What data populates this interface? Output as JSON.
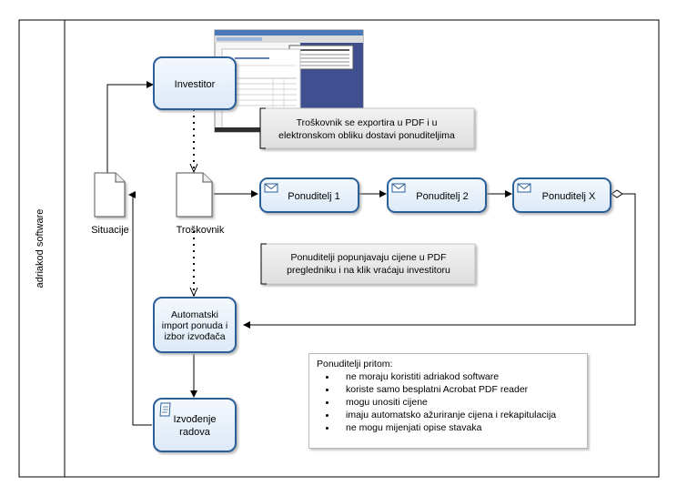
{
  "pool": {
    "label": "adriakod software"
  },
  "tasks": {
    "investitor": "Investitor",
    "ponuditelj1": "Ponuditelj 1",
    "ponuditelj2": "Ponuditelj 2",
    "ponuditeljx": "Ponuditelj X",
    "import": [
      "Automatski",
      "import ponuda i",
      "izbor izvođača"
    ],
    "izvodenje": [
      "Izvođenje",
      "radova"
    ]
  },
  "documents": {
    "situacije": "Situacije",
    "troskovnik": "Troškovnik"
  },
  "annotations": {
    "export": [
      "Troškovnik se exportira u PDF i u",
      "elektronskom obliku dostavi ponuditeljima"
    ],
    "popunjavaju": [
      "Ponuditelji popunjavaju cijene u PDF",
      "pregledniku i na klik vraćaju investitoru"
    ]
  },
  "notes": {
    "title": "Ponuditelji pritom:",
    "items": [
      "ne moraju koristiti adriakod software",
      "koriste samo besplatni Acrobat PDF reader",
      "mogu unositi cijene",
      "imaju automatsko ažuriranje cijena i rekapitulacija",
      "ne mogu mijenjati opise stavaka"
    ]
  },
  "colors": {
    "task_fill": "#e9f2fb",
    "task_stroke": "#2a5e9a",
    "annotation_fill": "#ececec"
  },
  "icons": [
    "envelope-icon",
    "scroll-icon",
    "document-icon",
    "screenshot-thumbnail"
  ]
}
